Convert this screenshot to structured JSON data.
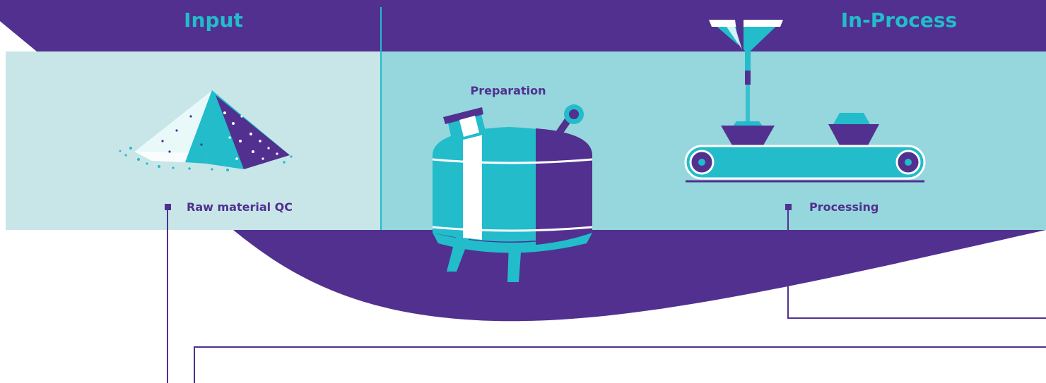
{
  "sections": {
    "input": {
      "title": "Input"
    },
    "in_process": {
      "title": "In-Process"
    }
  },
  "stages": {
    "raw_material": {
      "label": "Raw material QC"
    },
    "preparation": {
      "label": "Preparation"
    },
    "processing": {
      "label": "Processing"
    }
  },
  "colors": {
    "purple": "#51308f",
    "teal": "#22bccb",
    "light_band": "#c8e6e8",
    "mid_band": "#96d6dd",
    "white": "#ffffff"
  }
}
